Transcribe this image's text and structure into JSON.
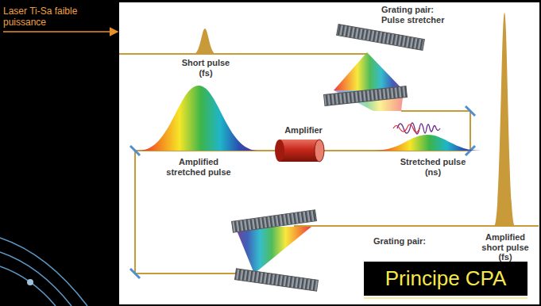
{
  "diagram": {
    "title": "Principe CPA",
    "labels": [
      "Laser Ti-Sa faible puissance",
      "Short pulse (fs)",
      "Grating pair: Pulse stretcher",
      "Amplifier",
      "Stretched pulse (ns)",
      "Amplified stretched pulse",
      "Grating pair:",
      "Amplified short pulse (fs)"
    ]
  }
}
